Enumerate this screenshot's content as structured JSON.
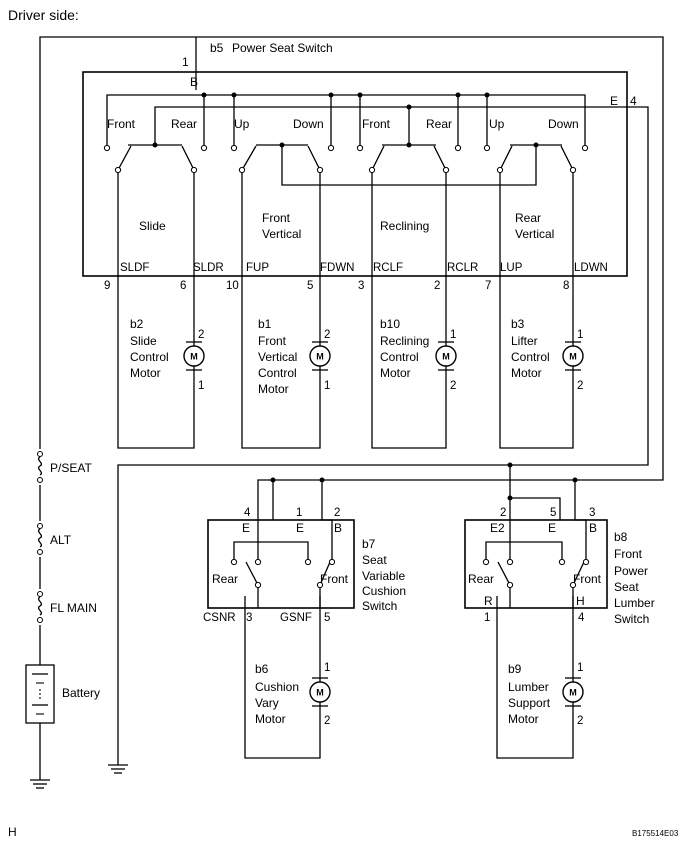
{
  "title": "Driver side:",
  "footer": {
    "left": "H",
    "right": "B175514E03"
  },
  "power_seat_switch": {
    "id": "b5",
    "name": "Power Seat Switch",
    "pin_top": "1",
    "pin_e": "4",
    "label_b": "B",
    "label_e": "E",
    "switch_labels": [
      "Front",
      "Rear",
      "Up",
      "Down",
      "Front",
      "Rear",
      "Up",
      "Down"
    ],
    "sections": [
      {
        "lines": [
          "Slide"
        ]
      },
      {
        "lines": [
          "Front",
          "Vertical"
        ]
      },
      {
        "lines": [
          "Reclining"
        ]
      },
      {
        "lines": [
          "Rear",
          "Vertical"
        ]
      }
    ],
    "terminals": [
      {
        "name": "SLDF",
        "pin": "9"
      },
      {
        "name": "SLDR",
        "pin": "6"
      },
      {
        "name": "FUP",
        "pin": "10"
      },
      {
        "name": "FDWN",
        "pin": "5"
      },
      {
        "name": "RCLF",
        "pin": "3"
      },
      {
        "name": "RCLR",
        "pin": "2"
      },
      {
        "name": "LUP",
        "pin": "7"
      },
      {
        "name": "LDWN",
        "pin": "8"
      }
    ]
  },
  "motors": [
    {
      "id": "b2",
      "lines": [
        "Slide",
        "Control",
        "Motor"
      ],
      "pin_top": "2",
      "pin_bottom": "1"
    },
    {
      "id": "b1",
      "lines": [
        "Front",
        "Vertical",
        "Control",
        "Motor"
      ],
      "pin_top": "2",
      "pin_bottom": "1"
    },
    {
      "id": "b10",
      "lines": [
        "Reclining",
        "Control",
        "Motor"
      ],
      "pin_top": "1",
      "pin_bottom": "2"
    },
    {
      "id": "b3",
      "lines": [
        "Lifter",
        "Control",
        "Motor"
      ],
      "pin_top": "1",
      "pin_bottom": "2"
    },
    {
      "id": "b6",
      "lines": [
        "Cushion",
        "Vary",
        "Motor"
      ],
      "pin_top": "1",
      "pin_bottom": "2"
    },
    {
      "id": "b9",
      "lines": [
        "Lumber",
        "Support",
        "Motor"
      ],
      "pin_top": "1",
      "pin_bottom": "2"
    }
  ],
  "motor_symbol": "M",
  "fuses": [
    "P/SEAT",
    "ALT",
    "FL MAIN"
  ],
  "battery_label": "Battery",
  "cushion_switch": {
    "id": "b7",
    "lines": [
      "Seat",
      "Variable",
      "Cushion",
      "Switch"
    ],
    "pins_top": [
      "4",
      "1",
      "2"
    ],
    "labels_top": [
      "E",
      "E",
      "B"
    ],
    "rear": "Rear",
    "front": "Front",
    "terminals": [
      {
        "name": "CSNR",
        "pin": "3"
      },
      {
        "name": "GSNF",
        "pin": "5"
      }
    ]
  },
  "lumber_switch": {
    "id": "b8",
    "lines": [
      "Front",
      "Power",
      "Seat",
      "Lumber",
      "Switch"
    ],
    "pins_top": [
      "2",
      "5",
      "3"
    ],
    "labels_top": [
      "E2",
      "E",
      "B"
    ],
    "rear": "Rear",
    "front": "Front",
    "terminals": [
      {
        "name": "R",
        "pin": "1"
      },
      {
        "name": "H",
        "pin": "4"
      }
    ]
  }
}
